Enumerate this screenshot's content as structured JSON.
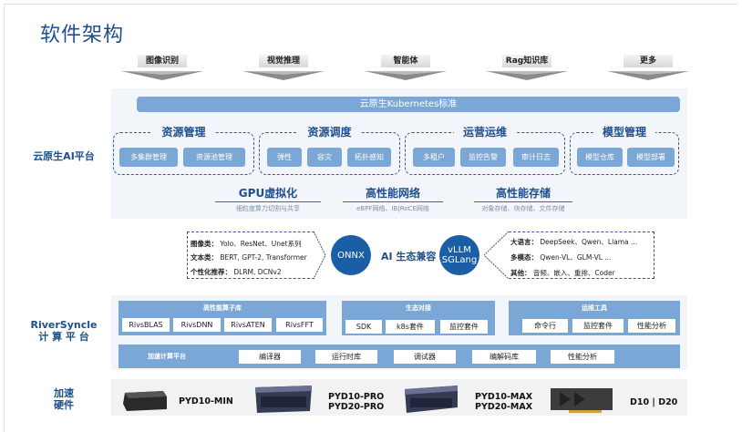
{
  "title": "软件架构",
  "apps": [
    "图像识别",
    "视觉推理",
    "智能体",
    "Rag知识库",
    "更多"
  ],
  "layers": {
    "cloud": "云原生AI平台",
    "compute": [
      "RiverSyncle",
      "计 算 平 台"
    ],
    "hardware": [
      "加速",
      "硬件"
    ]
  },
  "cloud_native": {
    "k8s_bar": "云原生Kubernetes标准",
    "groups": [
      {
        "title": "资源管理",
        "items": [
          "多集群管理",
          "资源池管理"
        ]
      },
      {
        "title": "资源调度",
        "items": [
          "弹性",
          "容灾",
          "拓扑感知"
        ]
      },
      {
        "title": "运营运维",
        "items": [
          "多租户",
          "监控告警",
          "审计日志"
        ]
      },
      {
        "title": "模型管理",
        "items": [
          "模型仓库",
          "模型部署"
        ]
      }
    ],
    "capabilities": [
      {
        "title": "GPU虚拟化",
        "desc": "细粒度算力切割与共享"
      },
      {
        "title": "高性能网络",
        "desc": "eBPF网络、IB|RoCE网络"
      },
      {
        "title": "高性能存储",
        "desc": "对象存储、块存储、文件存储"
      }
    ]
  },
  "ecosystem": {
    "title": "AI 生态兼容",
    "left_circle": "ONNX",
    "right_circle": [
      "vLLM",
      "SGLang"
    ],
    "left_rows": [
      {
        "k": "图像类：",
        "v": " Yolo、ResNet、Unet系列"
      },
      {
        "k": "文本类：",
        "v": " BERT, GPT-2, Transformer"
      },
      {
        "k": "个性化推荐：",
        "v": " DLRM, DCNv2"
      }
    ],
    "right_rows": [
      {
        "k": "大语言：",
        "v": " DeepSeek、Qwen、Llama ..."
      },
      {
        "k": "多模态：",
        "v": " Qwen-VL、GLM-VL ..."
      },
      {
        "k": "其他：",
        "v": " 音频、嵌入、重排、Coder"
      }
    ]
  },
  "compute": {
    "blocks": [
      {
        "title": "高性能算子库",
        "items": [
          "RivsBLAS",
          "RivsDNN",
          "RivsATEN",
          "RivsFFT"
        ]
      },
      {
        "title": "生态对接",
        "items": [
          "SDK",
          "k8s套件",
          "监控套件"
        ]
      },
      {
        "title": "运维工具",
        "items": [
          "命令行",
          "监控套件",
          "性能分析"
        ]
      }
    ],
    "platform": {
      "title": "加速计算平台",
      "items": [
        "编译器",
        "运行时库",
        "调试器",
        "编解码库",
        "性能分析"
      ]
    }
  },
  "hardware": [
    "PYD10-MIN",
    [
      "PYD10-PRO",
      "PYD20-PRO"
    ],
    [
      "PYD10-MAX",
      "PYD20-MAX"
    ],
    "D10 |  D20"
  ]
}
